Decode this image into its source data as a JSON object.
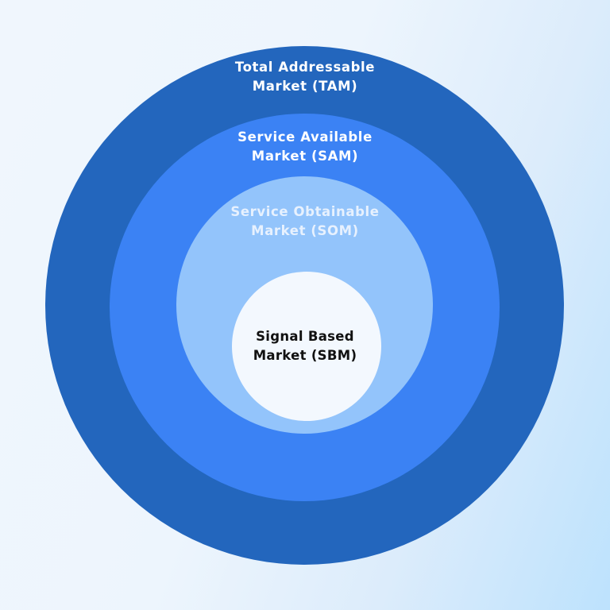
{
  "colors": {
    "tam": "#2366bd",
    "sam": "#3b82f4",
    "som": "#93c4fb",
    "sbm": "#f3f8fe",
    "text_light": "#ffffff",
    "text_som": "#e7f1fe",
    "text_dark": "#111111"
  },
  "markets": [
    {
      "key": "tam",
      "line1": "Total Addressable",
      "line2": "Market (TAM)"
    },
    {
      "key": "sam",
      "line1": "Service Available",
      "line2": "Market (SAM)"
    },
    {
      "key": "som",
      "line1": "Service Obtainable",
      "line2": "Market (SOM)"
    },
    {
      "key": "sbm",
      "line1": "Signal Based",
      "line2": "Market (SBM)"
    }
  ]
}
